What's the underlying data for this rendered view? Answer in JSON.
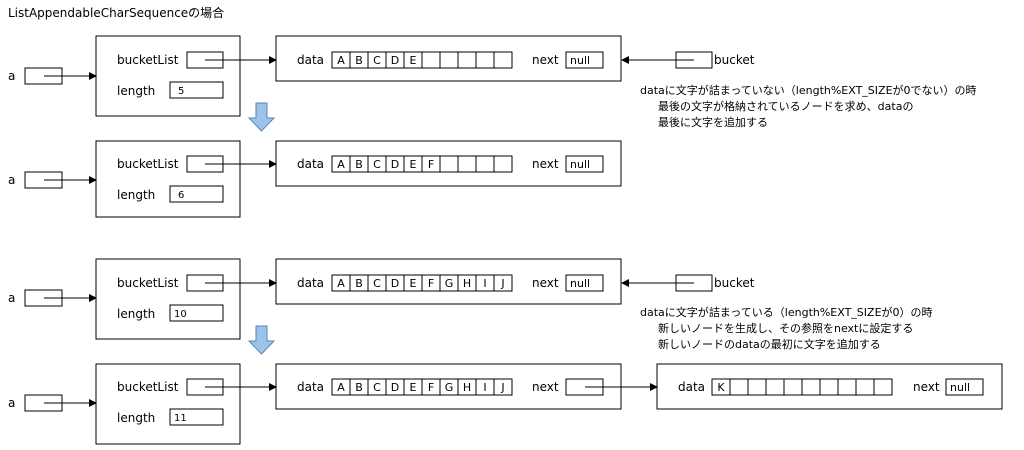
{
  "title": "ListAppendableCharSequenceの場合",
  "labels": {
    "a": "a",
    "bucketList": "bucketList",
    "length": "length",
    "data": "data",
    "next": "next",
    "bucket": "bucket"
  },
  "scenario1": {
    "before": {
      "length": "5",
      "cells": [
        "A",
        "B",
        "C",
        "D",
        "E",
        "",
        "",
        "",
        "",
        ""
      ],
      "next": "null"
    },
    "after": {
      "length": "6",
      "cells": [
        "A",
        "B",
        "C",
        "D",
        "E",
        "F",
        "",
        "",
        "",
        ""
      ],
      "next": "null"
    },
    "note": [
      "dataに文字が詰まっていない（length%EXT_SIZEが0でない）の時",
      "最後の文字が格納されているノードを求め、dataの",
      "最後に文字を追加する"
    ]
  },
  "scenario2": {
    "before": {
      "length": "10",
      "cells": [
        "A",
        "B",
        "C",
        "D",
        "E",
        "F",
        "G",
        "H",
        "I",
        "J"
      ],
      "next": "null"
    },
    "after": {
      "length": "11",
      "cells": [
        "A",
        "B",
        "C",
        "D",
        "E",
        "F",
        "G",
        "H",
        "I",
        "J"
      ],
      "next": ""
    },
    "new_node": {
      "cells": [
        "K",
        "",
        "",
        "",
        "",
        "",
        "",
        "",
        "",
        ""
      ],
      "next": "null"
    },
    "note": [
      "dataに文字が詰まっている（length%EXT_SIZEが0）の時",
      "新しいノードを生成し、その参照をnextに設定する",
      "新しいノードのdataの最初に文字を追加する"
    ]
  },
  "colors": {
    "arrow_fill": "#9cc3ea",
    "arrow_stroke": "#5a86b8",
    "line": "#000000"
  }
}
